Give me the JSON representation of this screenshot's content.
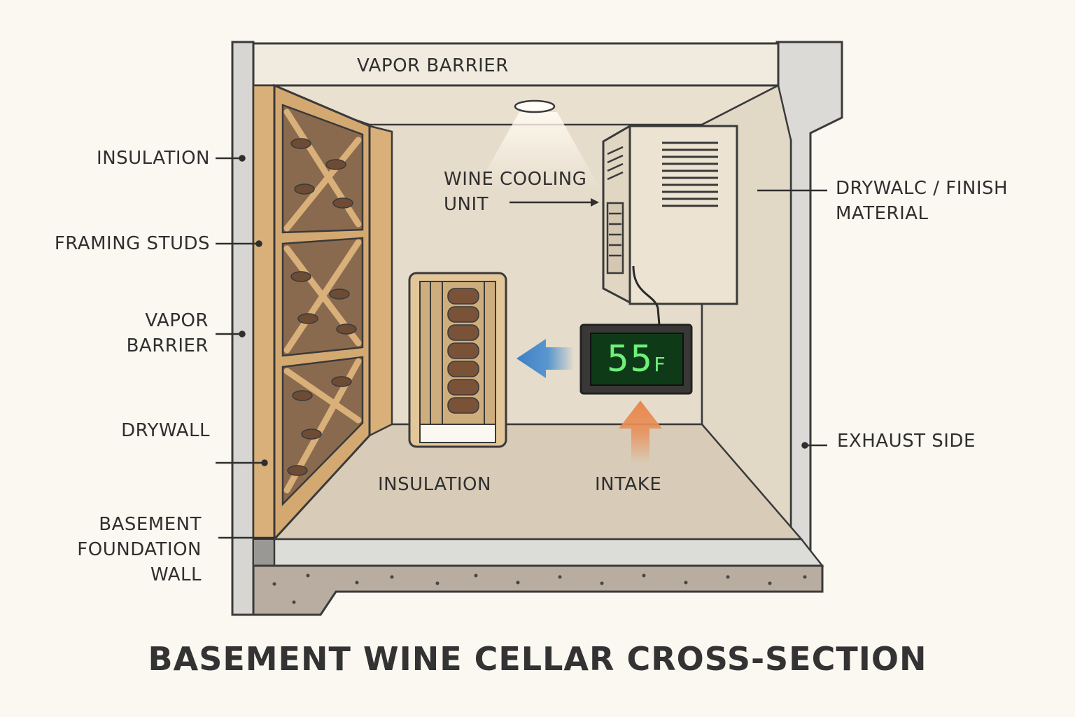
{
  "title": "BASEMENT WINE CELLAR CROSS-SECTION",
  "labels": {
    "vapor_barrier_top": "VAPOR BARRIER",
    "insulation_left": "INSULATION",
    "framing_studs": "FRAMING STUDS",
    "vapor_barrier_left": [
      "VAPOR",
      "BARRIER"
    ],
    "drywall": "DRYWALL",
    "basement_foundation_wall": [
      "BASEMENT",
      "FOUNDATION",
      "WALL"
    ],
    "wine_cooling_unit": [
      "WINE COOLING",
      "UNIT"
    ],
    "drywall_finish_material": [
      "DRYWALC / FINISH",
      "MATERIAL"
    ],
    "exhaust_side": "EXHAUST SIDE",
    "insulation_floor": "INSULATION",
    "intake": "INTAKE"
  },
  "thermostat": {
    "value": "55",
    "unit": "F",
    "display_color": "#6ef07a"
  },
  "colors": {
    "wood": "#d9b07a",
    "room_wall": "#e6dccb",
    "floor": "#d8ccb8",
    "concrete": "#b8ada0",
    "airflow_cool": "#4a8fd0",
    "airflow_warm": "#e8915a"
  }
}
